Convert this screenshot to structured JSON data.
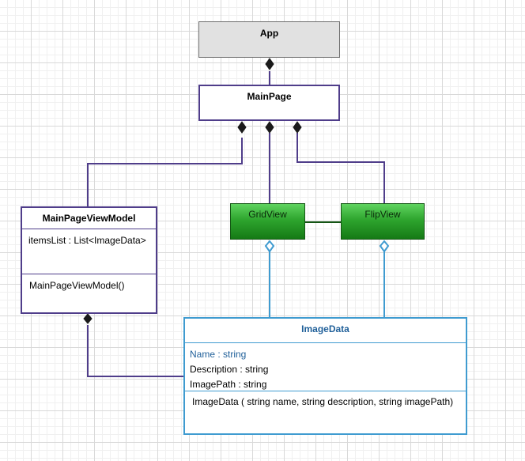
{
  "classes": {
    "app": {
      "name": "App"
    },
    "main_page": {
      "name": "MainPage"
    },
    "main_page_view_model": {
      "name": "MainPageViewModel",
      "attributes": [
        "itemsList : List<ImageData>"
      ],
      "operations": [
        "MainPageViewModel()"
      ]
    },
    "grid_view": {
      "name": "GridView"
    },
    "flip_view": {
      "name": "FlipView"
    },
    "image_data": {
      "name": "ImageData",
      "attributes": [
        "Name : string",
        "Description : string",
        "ImagePath : string"
      ],
      "operations": [
        "ImageData ( string name, string description, string imagePath)"
      ]
    }
  },
  "colors": {
    "composition_line": "#4f3d8a",
    "aggregation_line": "#3f9bd0",
    "association_line": "#145514",
    "grid_major": "#d9d9d9",
    "grid_minor": "#f0f0f0"
  }
}
